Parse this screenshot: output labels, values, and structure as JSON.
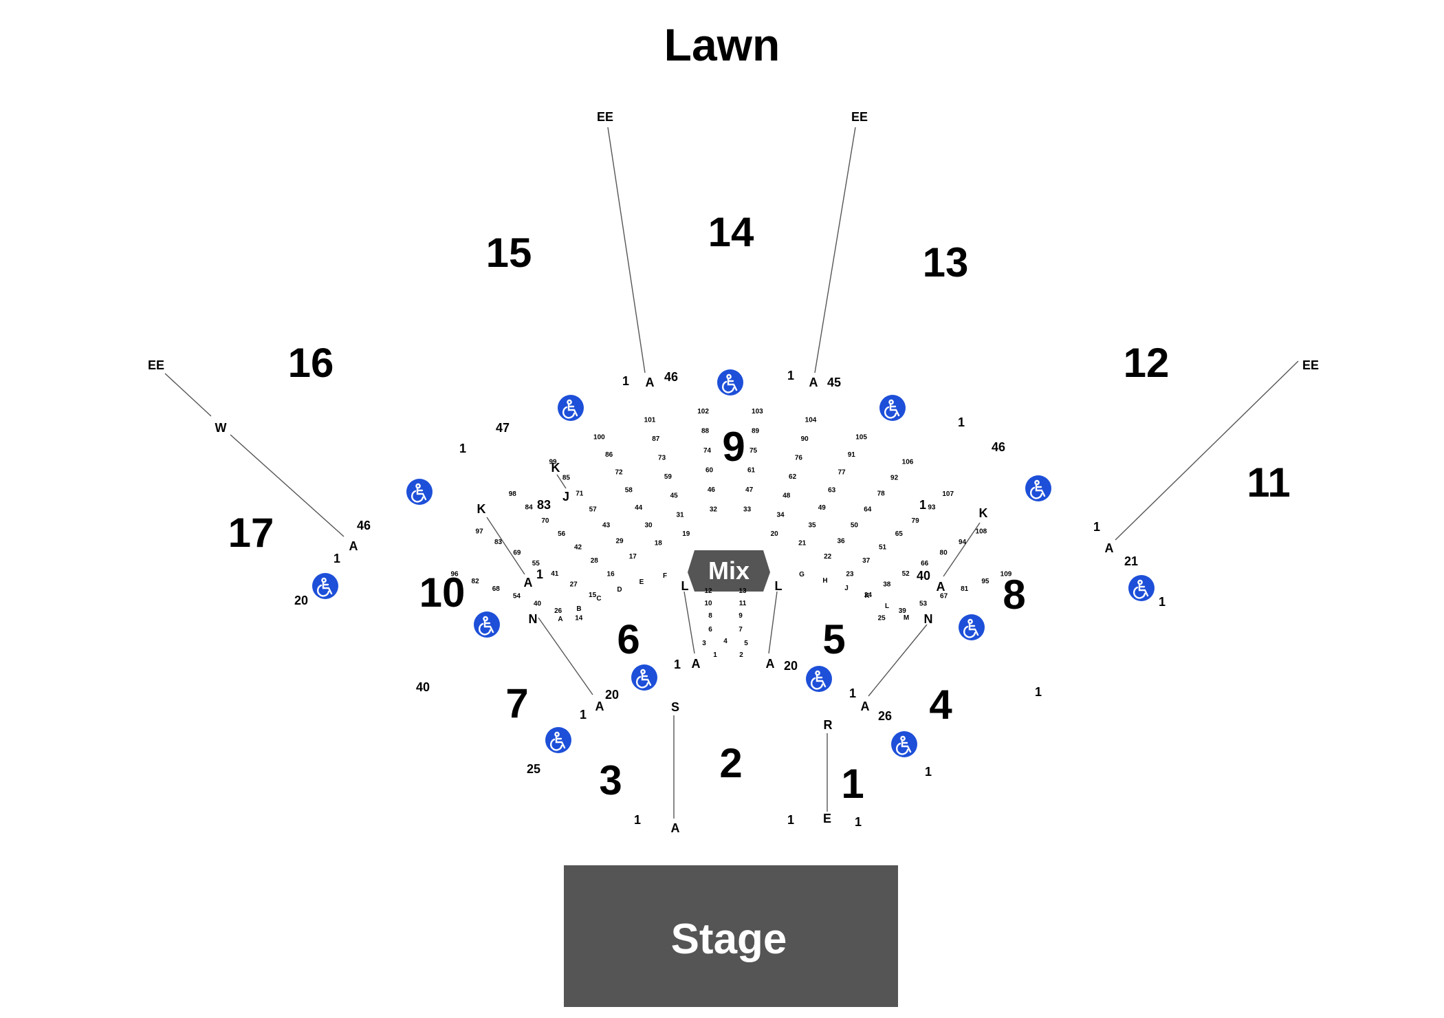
{
  "title": "Lawn",
  "stage": {
    "label": "Stage",
    "color": "#555555"
  },
  "mix": {
    "label": "Mix",
    "color": "#555555"
  },
  "accessible_icon": {
    "name": "wheelchair-icon",
    "color": "#1d4fd8"
  },
  "sections": [
    "1",
    "2",
    "3",
    "4",
    "5",
    "6",
    "7",
    "8",
    "9",
    "10",
    "11",
    "12",
    "13",
    "14",
    "15",
    "16",
    "17"
  ],
  "row_labels": [
    "EE",
    "W",
    "A",
    "K",
    "J",
    "N",
    "L",
    "S",
    "R",
    "E"
  ],
  "seat_labels": [
    "1",
    "20",
    "21",
    "25",
    "26",
    "40",
    "45",
    "46",
    "47",
    "83"
  ],
  "pit_rows": [
    "A",
    "B",
    "C",
    "D",
    "E",
    "F",
    "G",
    "H",
    "J",
    "K",
    "L",
    "M"
  ],
  "pit_seats": [
    "1",
    "2",
    "3",
    "4",
    "5",
    "6",
    "7",
    "8",
    "9",
    "10",
    "11",
    "12",
    "13",
    "14",
    "15",
    "16",
    "17",
    "18",
    "19",
    "20",
    "21",
    "22",
    "23",
    "24",
    "25",
    "26",
    "27",
    "28",
    "29",
    "30",
    "31",
    "32",
    "33",
    "34",
    "35",
    "36",
    "37",
    "38",
    "39",
    "40",
    "41",
    "42",
    "43",
    "44",
    "45",
    "46",
    "47",
    "48",
    "49",
    "50",
    "51",
    "52",
    "53",
    "54",
    "55",
    "56",
    "57",
    "58",
    "59",
    "60",
    "61",
    "62",
    "63",
    "64",
    "65",
    "66",
    "67",
    "68",
    "69",
    "70",
    "71",
    "72",
    "73",
    "74",
    "75",
    "76",
    "77",
    "78",
    "79",
    "80",
    "81",
    "82",
    "83",
    "84",
    "85",
    "86",
    "87",
    "88",
    "89",
    "90",
    "91",
    "92",
    "93",
    "94",
    "95",
    "96",
    "97",
    "98",
    "99",
    "100",
    "101",
    "102",
    "103",
    "104",
    "105",
    "106",
    "107",
    "108",
    "109"
  ]
}
